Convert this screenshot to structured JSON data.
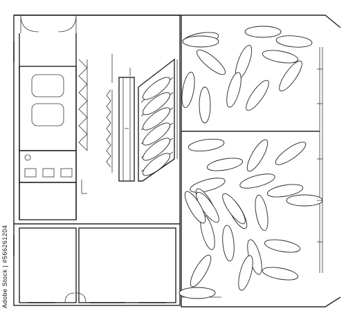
{
  "watermark": {
    "id_text": "Adobe Stock | #566261204"
  },
  "colors": {
    "line": "#222222",
    "background": "#ffffff"
  },
  "rooms": [
    {
      "name": "left-service-block"
    },
    {
      "name": "milking-parlor"
    },
    {
      "name": "upper-free-stall-pen"
    },
    {
      "name": "lower-free-stall-pen"
    },
    {
      "name": "lower-storage-room-left"
    },
    {
      "name": "lower-storage-room-right"
    }
  ],
  "parlor": {
    "stalls": 6,
    "cows_in_stalls": 6
  },
  "pens": {
    "upper": {
      "cow_count": 12
    },
    "lower": {
      "cow_count": 22
    }
  }
}
